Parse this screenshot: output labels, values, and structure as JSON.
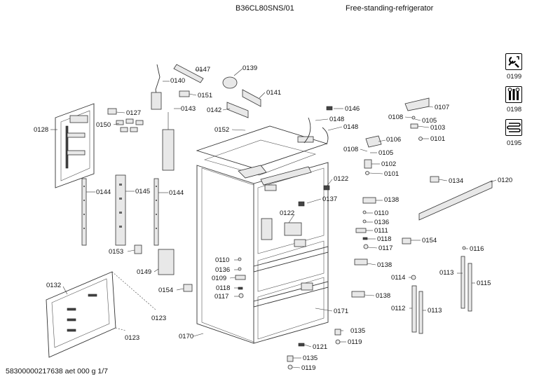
{
  "header": {
    "model": "B36CL80SNS/01",
    "type": "Free-standing-refrigerator"
  },
  "footer": {
    "doc_id": "58300000217638 aet 000 g 1/7"
  },
  "icons": [
    {
      "name": "repair-tools-icon",
      "label": "0199"
    },
    {
      "name": "tool-kit-icon",
      "label": "0198"
    },
    {
      "name": "heating-coil-icon",
      "label": "0195"
    }
  ],
  "callouts": {
    "c0147": "0147",
    "c0139": "0139",
    "c0140": "0140",
    "c0151": "0151",
    "c0141": "0141",
    "c0143": "0143",
    "c0142": "0142",
    "c0127": "0127",
    "c0128": "0128",
    "c0150": "0150",
    "c0152": "0152",
    "c0146": "0146",
    "c0148a": "0148",
    "c0148b": "0148",
    "c0108a": "0108",
    "c0107": "0107",
    "c0105a": "0105",
    "c0103": "0103",
    "c0106": "0106",
    "c0101a": "0101",
    "c0108b": "0108",
    "c0105b": "0105",
    "c0102": "0102",
    "c0101b": "0101",
    "c0144a": "0144",
    "c0145": "0145",
    "c0144b": "0144",
    "c0122a": "0122",
    "c0134": "0134",
    "c0120": "0120",
    "c0137": "0137",
    "c0138a": "0138",
    "c0122b": "0122",
    "c0110a": "0110",
    "c0136a": "0136",
    "c0111": "0111",
    "c0118a": "0118",
    "c0117a": "0117",
    "c0154a": "0154",
    "c0116": "0116",
    "c0153": "0153",
    "c0110b": "0110",
    "c0136b": "0136",
    "c0109": "0109",
    "c0118b": "0118",
    "c0117b": "0117",
    "c0138b": "0138",
    "c0149": "0149",
    "c0113a": "0113",
    "c0114": "0114",
    "c0115": "0115",
    "c0154b": "0154",
    "c0138c": "0138",
    "c0132": "0132",
    "c0112": "0112",
    "c0113b": "0113",
    "c0171": "0171",
    "c0123a": "0123",
    "c0123b": "0123",
    "c0135a": "0135",
    "c0119a": "0119",
    "c0170": "0170",
    "c0121": "0121",
    "c0135b": "0135",
    "c0119b": "0119"
  }
}
